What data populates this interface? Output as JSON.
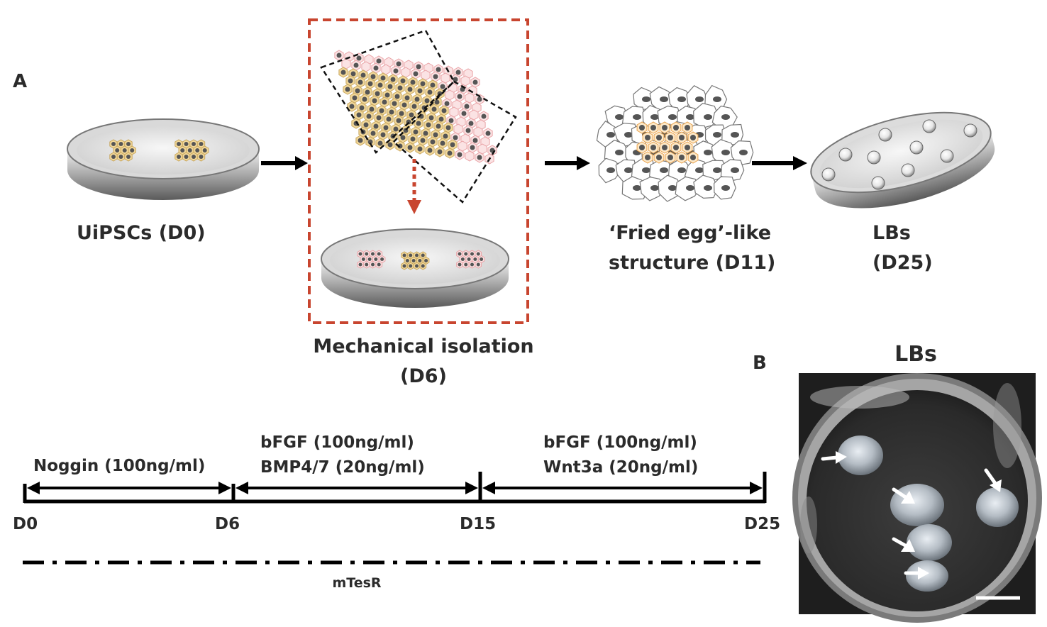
{
  "panel_a": {
    "letter": "A",
    "steps": {
      "uipscs": "UiPSCs (D0)",
      "mech_line1": "Mechanical isolation",
      "mech_line2": "(D6)",
      "fried_line1": "‘Fried egg’-like",
      "fried_line2": "structure (D11)",
      "lbs_line1": "LBs",
      "lbs_line2": "(D25)"
    },
    "timeline": {
      "days": [
        "D0",
        "D6",
        "D15",
        "D25"
      ],
      "stage1_line1": "Noggin (100ng/ml)",
      "stage2_line1": "bFGF (100ng/ml)",
      "stage2_line2": "BMP4/7 (20ng/ml)",
      "stage3_line1": "bFGF (100ng/ml)",
      "stage3_line2": "Wnt3a (20ng/ml)",
      "medium": "mTesR"
    },
    "colors": {
      "red_box": "#c8452f",
      "stem_cell": "#f2d89a",
      "edge_cell": "#e9a3a6",
      "orange_cell": "#eaa24b"
    }
  },
  "panel_b": {
    "letter": "B",
    "title": "LBs"
  }
}
